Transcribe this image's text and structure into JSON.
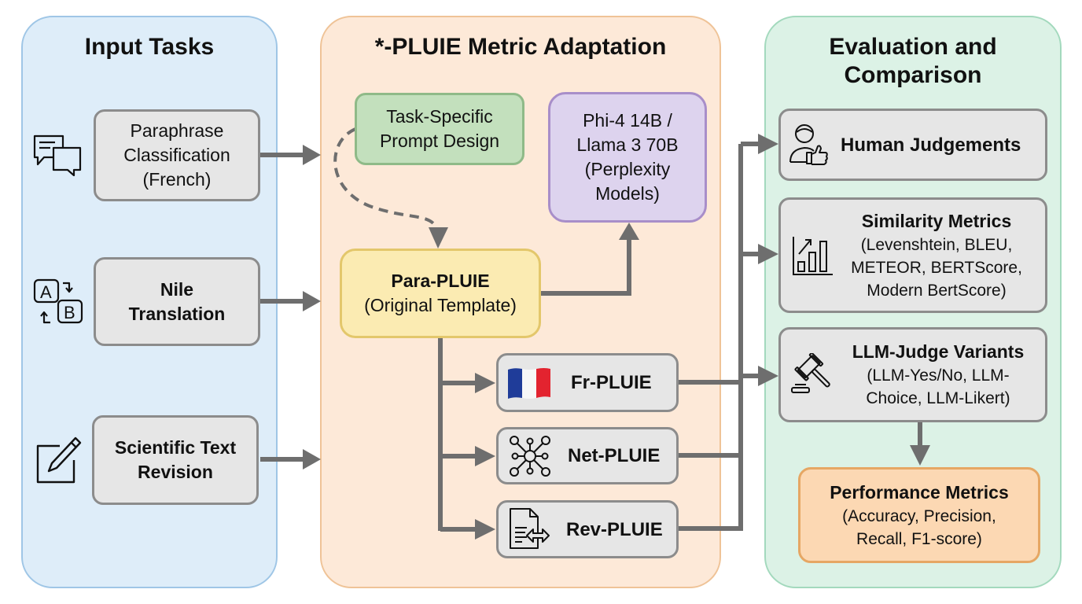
{
  "panels": {
    "input": {
      "title": "Input Tasks",
      "tasks": [
        {
          "icon": "chat-bubbles-icon",
          "line1": "Paraphrase",
          "line2": "Classification",
          "line3": "(French)"
        },
        {
          "icon": "translate-icon",
          "line1": "Nile",
          "line2": "Translation"
        },
        {
          "icon": "edit-document-icon",
          "line1": "Scientific Text",
          "line2": "Revision"
        }
      ]
    },
    "adaptation": {
      "title": "*-PLUIE Metric Adaptation",
      "prompt_design": {
        "line1": "Task-Specific",
        "line2": "Prompt Design"
      },
      "models": {
        "line1": "Phi-4 14B /",
        "line2": "Llama 3 70B",
        "line3": "(Perplexity",
        "line4": "Models)"
      },
      "template": {
        "line1": "Para-PLUIE",
        "line2": "(Original Template)"
      },
      "variants": [
        {
          "icon": "france-flag-icon",
          "label": "Fr-PLUIE"
        },
        {
          "icon": "network-icon",
          "label": "Net-PLUIE"
        },
        {
          "icon": "document-revision-icon",
          "label": "Rev-PLUIE"
        }
      ]
    },
    "evaluation": {
      "title_line1": "Evaluation and",
      "title_line2": "Comparison",
      "human": {
        "icon": "person-thumbs-up-icon",
        "label": "Human Judgements"
      },
      "similarity": {
        "icon": "bar-chart-icon",
        "title": "Similarity Metrics",
        "line1": "(Levenshtein, BLEU,",
        "line2": "METEOR, BERTScore,",
        "line3": "Modern BertScore)"
      },
      "llm_judge": {
        "icon": "gavel-icon",
        "title": "LLM-Judge Variants",
        "line1": "(LLM-Yes/No, LLM-",
        "line2": "Choice, LLM-Likert)"
      },
      "performance": {
        "title": "Performance Metrics",
        "line1": "(Accuracy, Precision,",
        "line2": "Recall, F1-score)"
      }
    }
  },
  "colors": {
    "input_bg": "#deedf9",
    "adaptation_bg": "#fde9d8",
    "evaluation_bg": "#dcf2e6",
    "arrow": "#6e6e6e",
    "flag_blue": "#1f3c99",
    "flag_red": "#e3232f"
  }
}
